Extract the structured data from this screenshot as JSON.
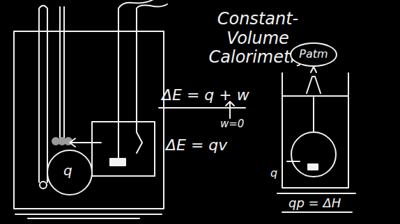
{
  "diagram": {
    "title": "Constant-Volume Calorimetry",
    "nodes": [
      {
        "text": [
          "Patm"
        ]
      }
    ],
    "labels": [
      "ΔE = q + w",
      "w=0",
      "ΔE = qv",
      "q",
      "q",
      "qp = ΔH"
    ]
  }
}
